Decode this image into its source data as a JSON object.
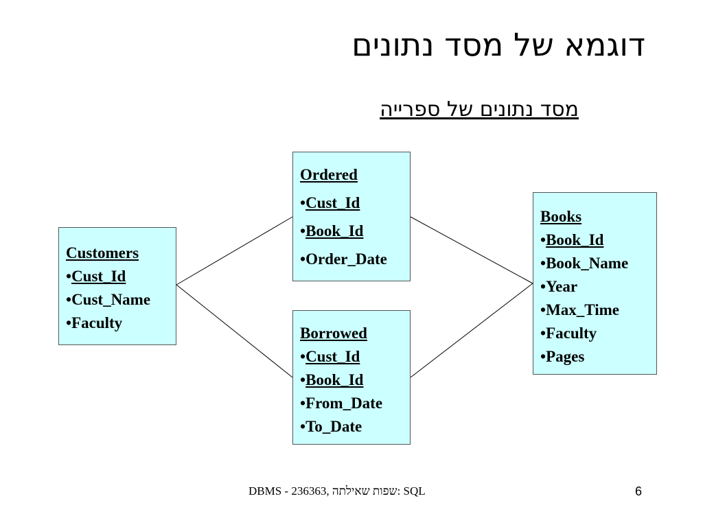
{
  "slide": {
    "title": "דוגמא של מסד נתונים",
    "subtitle": "מסד נתונים של ספרייה",
    "footer": "DBMS - 236363, שפות שאילתה: SQL",
    "page_number": "6"
  },
  "entities": {
    "ordered": {
      "name": "Ordered",
      "attrs": [
        "Cust_Id",
        "Book_Id",
        "Order_Date"
      ]
    },
    "customers": {
      "name": "Customers",
      "attrs": [
        "Cust_Id",
        "Cust_Name",
        "Faculty"
      ]
    },
    "books": {
      "name": "Books",
      "attrs": [
        "Book_Id",
        "Book_Name",
        "Year",
        "Max_Time",
        "Faculty",
        "Pages"
      ]
    },
    "borrowed": {
      "name": "Borrowed",
      "attrs": [
        "Cust_Id",
        "Book_Id",
        "From_Date",
        "To_Date"
      ]
    }
  },
  "bullet": "•"
}
